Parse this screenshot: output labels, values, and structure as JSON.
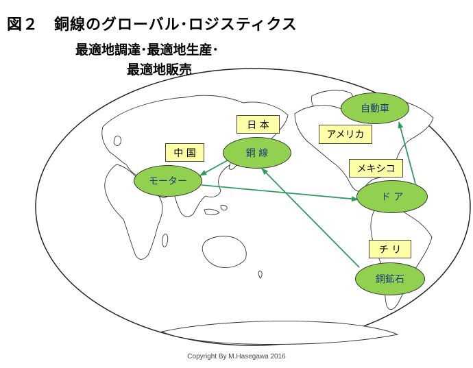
{
  "title": "図２　銅線のグローバル･ロジスティクス",
  "subtitle_line1": "最適地調達･最適地生産･",
  "subtitle_line2": "最適地販売",
  "nodes": {
    "motor": "モーター",
    "copper_wire": "銅 線",
    "automobile": "自動車",
    "door": "ド ア",
    "copper_ore": "銅鉱石"
  },
  "labels": {
    "china": "中 国",
    "japan": "日 本",
    "america": "アメリカ",
    "mexico": "メキシコ",
    "chile": "チ リ"
  },
  "colors": {
    "node_fill": "#92d050",
    "label_fill": "#ffffa8",
    "arrow": "#2e9b5e"
  },
  "copyright": "Copyright By M.Hasegawa 2016"
}
